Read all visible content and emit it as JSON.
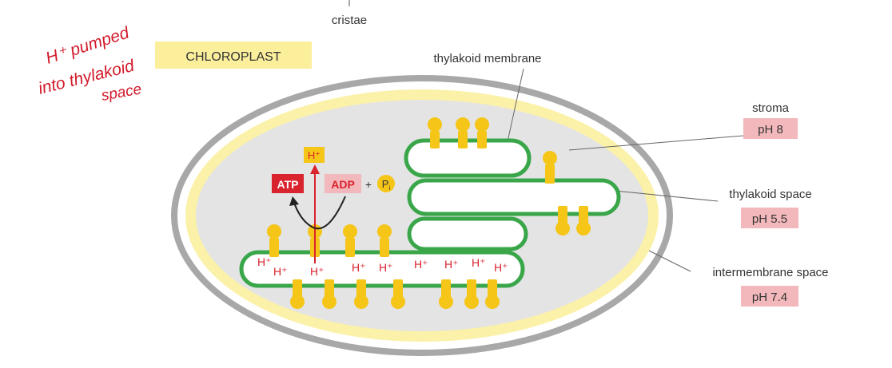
{
  "labels": {
    "top": "cristae",
    "organelle": "CHLOROPLAST",
    "thylakoid_membrane": "thylakoid membrane",
    "stroma": "stroma",
    "stroma_ph": "pH 8",
    "thylakoid_space": "thylakoid space",
    "thylakoid_space_ph": "pH 5.5",
    "intermembrane_space": "intermembrane space",
    "intermembrane_space_ph": "pH 7.4"
  },
  "reaction": {
    "proton": "H⁺",
    "atp": "ATP",
    "adp": "ADP",
    "plus": "+",
    "phosphate": "P",
    "phosphate_sub": "i"
  },
  "handwriting": [
    "H⁺ pumped",
    "into thylakoid",
    "space"
  ],
  "protons": [
    "H⁺",
    "H⁺",
    "H⁺",
    "H⁺",
    "H⁺",
    "H⁺",
    "H⁺",
    "H⁺",
    "H⁺"
  ],
  "colors": {
    "green_membrane": "#3aa64a",
    "protein_yellow": "#f5c518",
    "proton_red": "#d9232e",
    "ph_box": "#f3b8bb",
    "label_box": "#fbef9c",
    "outer_gray": "#a8a8a8",
    "inner_yellow": "#fbf1a8",
    "stroma_gray": "#e4e4e4",
    "ink": "#d11a2a"
  }
}
